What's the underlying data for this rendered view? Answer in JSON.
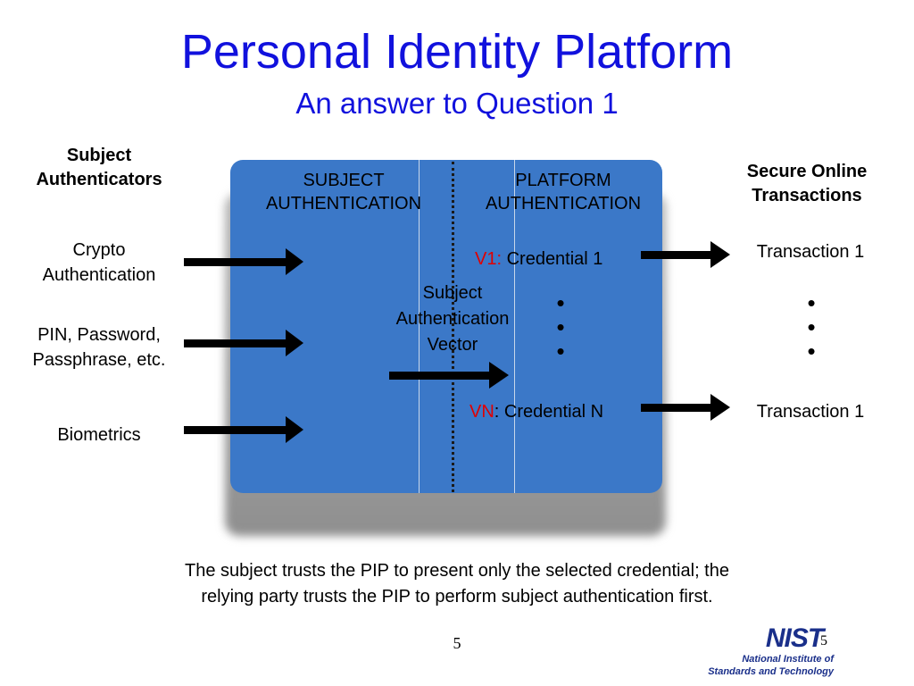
{
  "slide": {
    "title": "Personal Identity Platform",
    "subtitle": "An answer to Question 1"
  },
  "left": {
    "heading_line1": "Subject",
    "heading_line2": "Authenticators",
    "items": [
      {
        "line1": "Crypto",
        "line2": "Authentication"
      },
      {
        "line1": "PIN, Password,",
        "line2": "Passphrase, etc."
      },
      {
        "line1": "Biometrics",
        "line2": ""
      }
    ]
  },
  "panel": {
    "col1_line1": "SUBJECT",
    "col1_line2": "AUTHENTICATION",
    "col2_line1": "PLATFORM",
    "col2_line2": "AUTHENTICATION",
    "vector_line1": "Subject",
    "vector_line2": "Authentication",
    "vector_line3": "Vector",
    "cred1_prefix": "V1:",
    "cred1_text": " Credential 1",
    "credN_prefix": "VN",
    "credN_text": ": Credential N",
    "dot": "•"
  },
  "right": {
    "heading_line1": "Secure Online",
    "heading_line2": "Transactions",
    "transaction_top": "Transaction 1",
    "transaction_bottom": "Transaction 1",
    "dot": "•"
  },
  "footer": {
    "note_line1": "The subject trusts the PIP to present only the selected credential; the",
    "note_line2": "relying party trusts the PIP to perform subject authentication first.",
    "page_number": "5"
  },
  "logo": {
    "mark": "NIST",
    "line1": "National Institute of",
    "line2": "Standards and Technology",
    "page_number": "5"
  },
  "colors": {
    "title": "#1111dd",
    "panel": "#3b78c8",
    "highlight": "#e00000"
  }
}
